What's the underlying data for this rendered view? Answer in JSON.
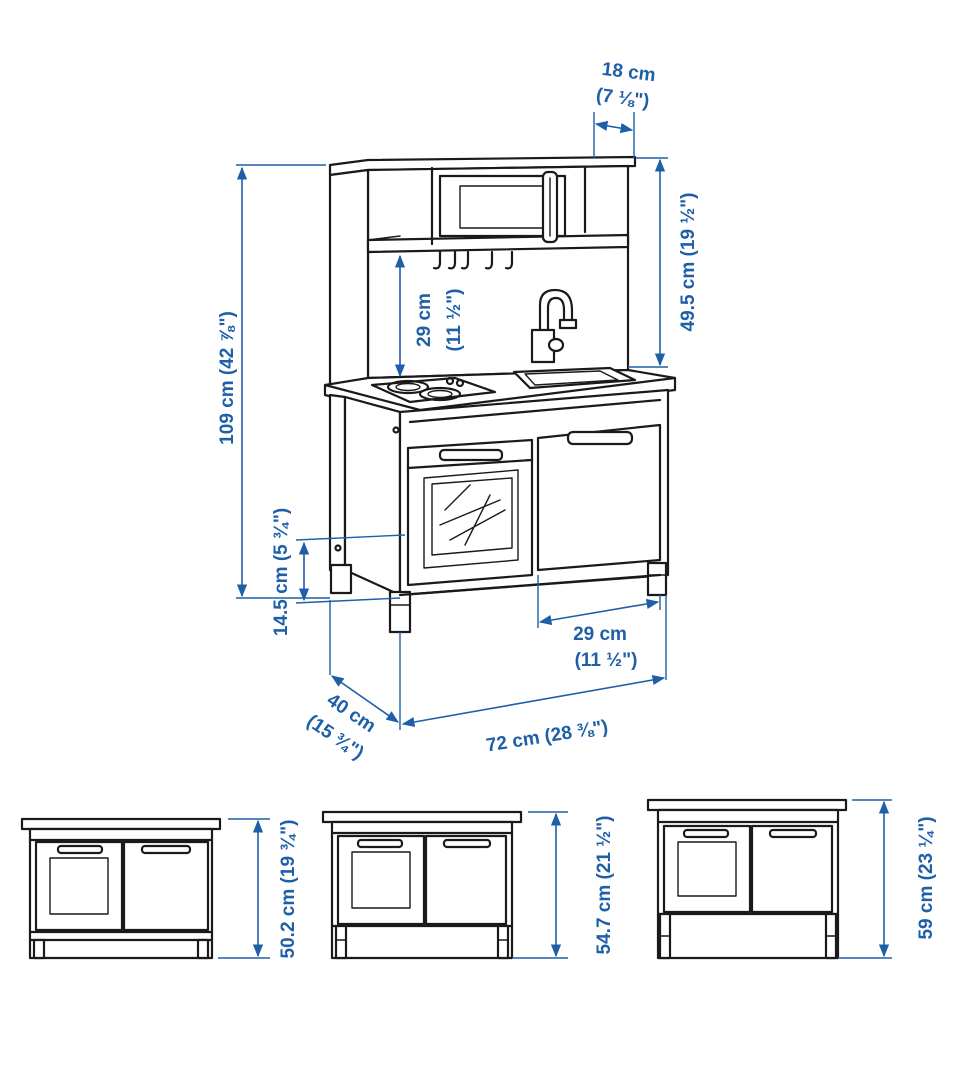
{
  "dimensions": {
    "depth_top": {
      "metric": "18 cm",
      "imperial": "(7 ⅛\")"
    },
    "upper_height": "49.5 cm (19 ½\")",
    "shelf_gap": {
      "metric": "29 cm",
      "imperial": "(11 ½\")"
    },
    "total_height": "109 cm (42 ⅞\")",
    "leg_height": "14.5 cm (5 ¾\")",
    "door_width": {
      "metric": "29 cm",
      "imperial": "(11 ½\")"
    },
    "depth": {
      "metric": "40 cm",
      "imperial": "(15 ¾\")"
    },
    "width": "72 cm (28 ⅜\")",
    "counter_low": "50.2 cm (19 ¾\")",
    "counter_mid": "54.7 cm (21 ½\")",
    "counter_high": "59 cm (23 ¼\")"
  },
  "colors": {
    "ink": "#1a1a1a",
    "dimension": "#1f5fa8"
  }
}
